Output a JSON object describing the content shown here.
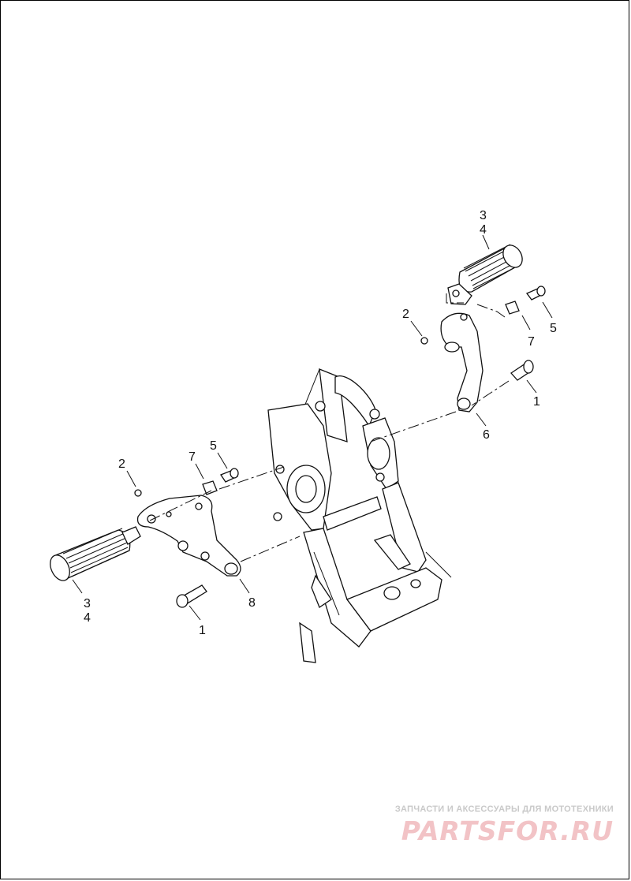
{
  "diagram": {
    "callouts": {
      "right_3": "3",
      "right_4": "4",
      "right_2": "2",
      "right_7": "7",
      "right_5": "5",
      "right_1": "1",
      "right_6": "6",
      "left_2": "2",
      "left_7": "7",
      "left_5": "5",
      "left_3": "3",
      "left_4": "4",
      "left_8": "8",
      "left_1": "1"
    }
  },
  "watermark": {
    "tagline": "ЗАПЧАСТИ И АКСЕССУАРЫ ДЛЯ МОТОТЕХНИКИ",
    "logo": "PARTSFOR.RU",
    "color": "#f2c3c6"
  }
}
